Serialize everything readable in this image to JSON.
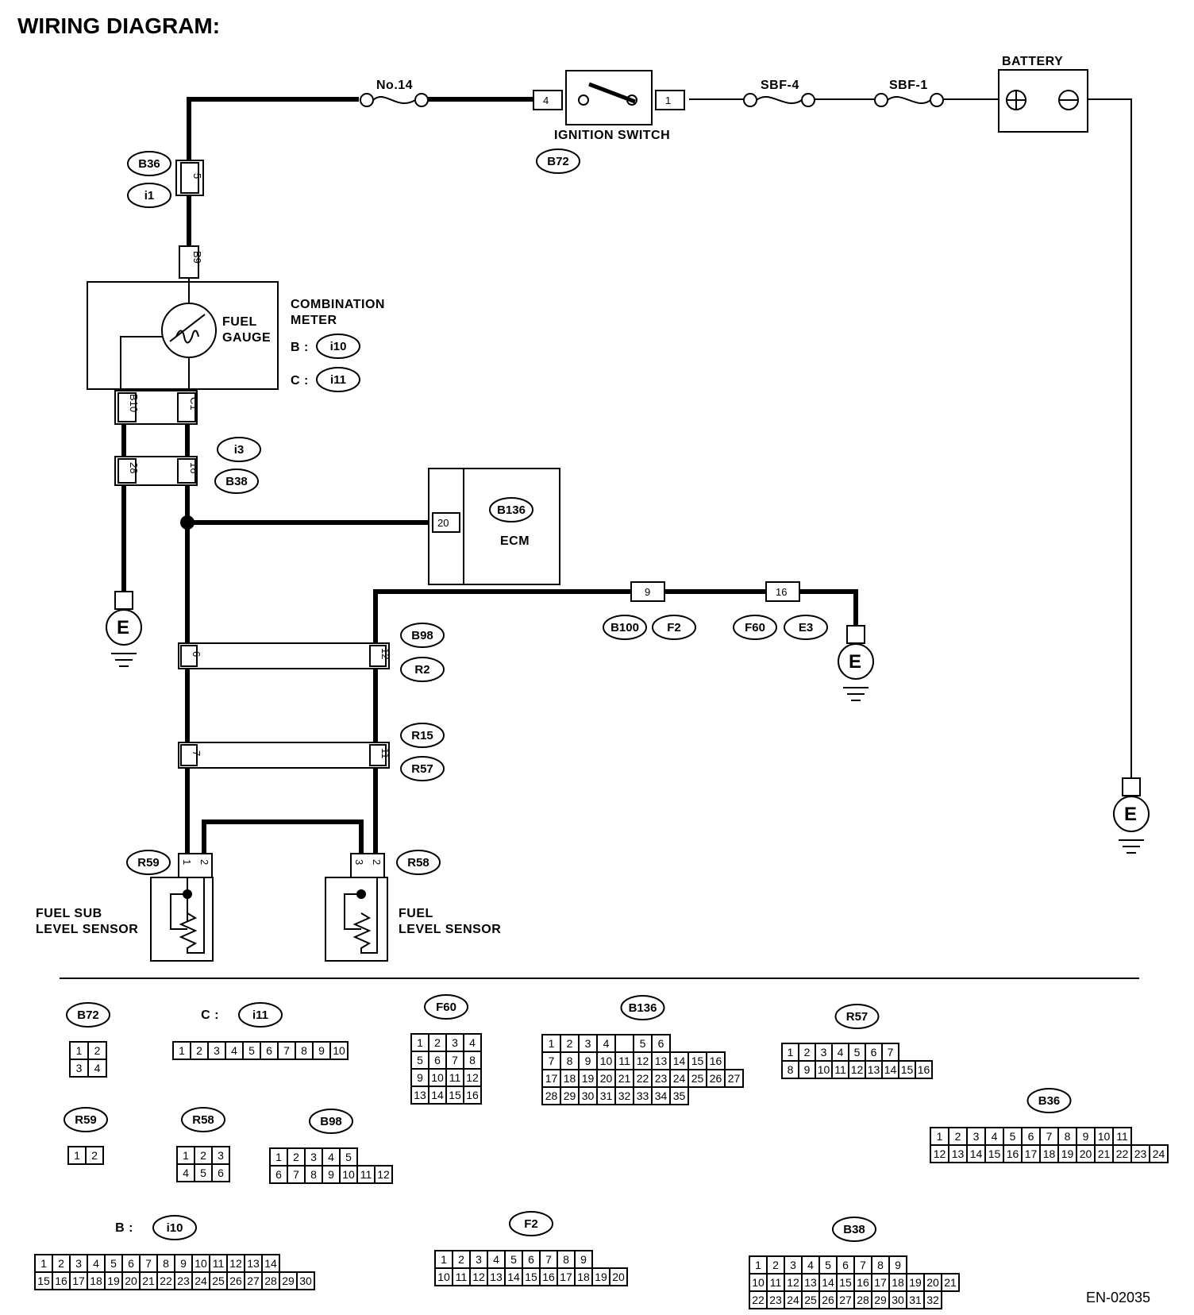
{
  "title": "WIRING DIAGRAM:",
  "figure_id": "EN-02035",
  "components": {
    "battery": "BATTERY",
    "ignition_switch": "IGNITION SWITCH",
    "fuse_no14": "No.14",
    "fuse_sbf4": "SBF-4",
    "fuse_sbf1": "SBF-1",
    "combination_meter": [
      "COMBINATION",
      "METER"
    ],
    "fuel_gauge": [
      "FUEL",
      "GAUGE"
    ],
    "ecm": "ECM",
    "fuel_sub_level_sensor": [
      "FUEL SUB",
      "LEVEL SENSOR"
    ],
    "fuel_level_sensor": [
      "FUEL",
      "LEVEL SENSOR"
    ],
    "ground": "E",
    "meter_b_prefix": "B :",
    "meter_c_prefix": "C :"
  },
  "connectors": {
    "B36": "B36",
    "i1": "i1",
    "B72": "B72",
    "i3": "i3",
    "B38": "B38",
    "i10": "i10",
    "i11": "i11",
    "B136": "B136",
    "B100": "B100",
    "F2": "F2",
    "F60": "F60",
    "E3": "E3",
    "B98": "B98",
    "R2": "R2",
    "R15": "R15",
    "R57": "R57",
    "R59": "R59",
    "R58": "R58"
  },
  "pins": {
    "ign_in": "4",
    "ign_out": "1",
    "b36": "5",
    "b9": "B9",
    "b10": "B10",
    "c1": "C1",
    "p28": "28",
    "p16": "16",
    "ecm": "20",
    "p9": "9",
    "p16b": "16",
    "p6": "6",
    "p12": "12",
    "p7": "7",
    "p11": "11",
    "r59a": "1",
    "r59b": "2",
    "r58a": "3",
    "r58b": "2"
  },
  "legend": {
    "B72": {
      "label": "B72",
      "rows": [
        [
          "1",
          "2"
        ],
        [
          "3",
          "4"
        ]
      ]
    },
    "i11": {
      "prefix": "C :",
      "label": "i11",
      "rows": [
        [
          "1",
          "2",
          "3",
          "4",
          "5",
          "6",
          "7",
          "8",
          "9",
          "10"
        ]
      ]
    },
    "F60": {
      "label": "F60",
      "rows": [
        [
          "1",
          "2",
          "3",
          "4"
        ],
        [
          "5",
          "6",
          "7",
          "8"
        ],
        [
          "9",
          "10",
          "11",
          "12"
        ],
        [
          "13",
          "14",
          "15",
          "16"
        ]
      ]
    },
    "B136": {
      "label": "B136",
      "rows": [
        [
          "1",
          "2",
          "3",
          "4",
          "",
          "5",
          "6"
        ],
        [
          "7",
          "8",
          "9",
          "10",
          "11",
          "12",
          "13",
          "14",
          "15",
          "16"
        ],
        [
          "17",
          "18",
          "19",
          "20",
          "21",
          "22",
          "23",
          "24",
          "25",
          "26",
          "27"
        ],
        [
          "28",
          "29",
          "30",
          "31",
          "32",
          "33",
          "34",
          "35"
        ]
      ]
    },
    "R57": {
      "label": "R57",
      "rows": [
        [
          "1",
          "2",
          "3",
          "4",
          "5",
          "6",
          "7"
        ],
        [
          "8",
          "9",
          "10",
          "11",
          "12",
          "13",
          "14",
          "15",
          "16"
        ]
      ]
    },
    "R59": {
      "label": "R59",
      "rows": [
        [
          "1",
          "2"
        ]
      ]
    },
    "R58": {
      "label": "R58",
      "rows": [
        [
          "1",
          "2",
          "3"
        ],
        [
          "4",
          "5",
          "6"
        ]
      ]
    },
    "B98": {
      "label": "B98",
      "rows": [
        [
          "1",
          "2",
          "3",
          "4",
          "5"
        ],
        [
          "6",
          "7",
          "8",
          "9",
          "10",
          "11",
          "12"
        ]
      ]
    },
    "B36": {
      "label": "B36",
      "rows": [
        [
          "1",
          "2",
          "3",
          "4",
          "5",
          "6",
          "7",
          "8",
          "9",
          "10",
          "11"
        ],
        [
          "12",
          "13",
          "14",
          "15",
          "16",
          "17",
          "18",
          "19",
          "20",
          "21",
          "22",
          "23",
          "24"
        ]
      ]
    },
    "i10": {
      "prefix": "B :",
      "label": "i10",
      "rows": [
        [
          "1",
          "2",
          "3",
          "4",
          "5",
          "6",
          "7",
          "8",
          "9",
          "10",
          "11",
          "12",
          "13",
          "14"
        ],
        [
          "15",
          "16",
          "17",
          "18",
          "19",
          "20",
          "21",
          "22",
          "23",
          "24",
          "25",
          "26",
          "27",
          "28",
          "29",
          "30"
        ]
      ]
    },
    "F2": {
      "label": "F2",
      "rows": [
        [
          "1",
          "2",
          "3",
          "4",
          "5",
          "6",
          "7",
          "8",
          "9"
        ],
        [
          "10",
          "11",
          "12",
          "13",
          "14",
          "15",
          "16",
          "17",
          "18",
          "19",
          "20"
        ]
      ]
    },
    "B38": {
      "label": "B38",
      "rows": [
        [
          "1",
          "2",
          "3",
          "4",
          "5",
          "6",
          "7",
          "8",
          "9"
        ],
        [
          "10",
          "11",
          "12",
          "13",
          "14",
          "15",
          "16",
          "17",
          "18",
          "19",
          "20",
          "21"
        ],
        [
          "22",
          "23",
          "24",
          "25",
          "26",
          "27",
          "28",
          "29",
          "30",
          "31",
          "32"
        ]
      ]
    }
  }
}
